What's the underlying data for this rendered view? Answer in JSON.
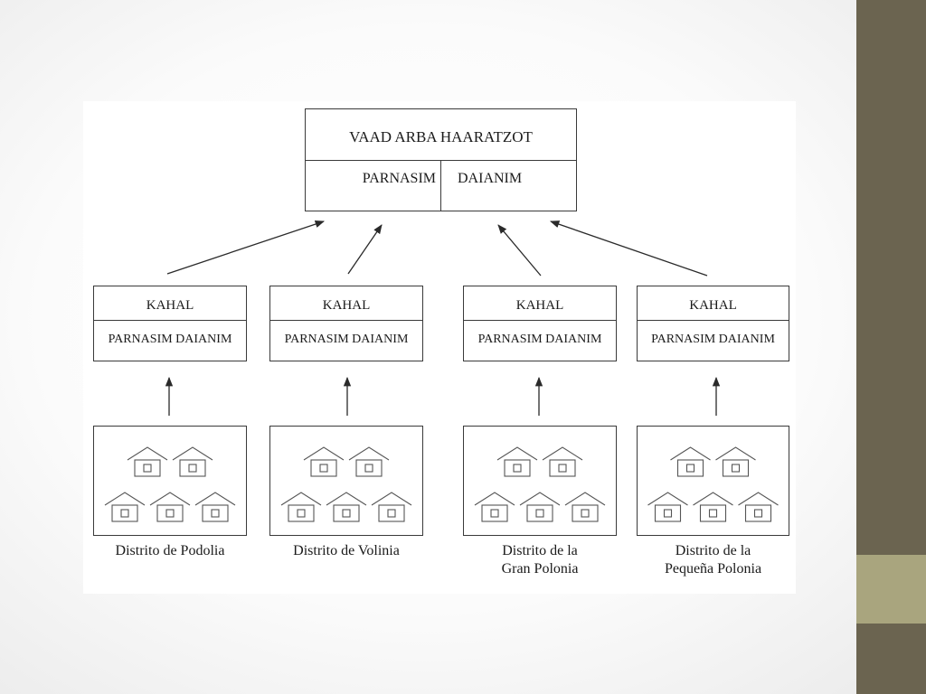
{
  "top_box": {
    "title": "VAAD ARBA HAARATZOT",
    "left": "PARNASIM",
    "right": "DAIANIM"
  },
  "kahals": [
    {
      "title": "KAHAL",
      "subtitle": "PARNASIM DAIANIM"
    },
    {
      "title": "KAHAL",
      "subtitle": "PARNASIM DAIANIM"
    },
    {
      "title": "KAHAL",
      "subtitle": "PARNASIM DAIANIM"
    },
    {
      "title": "KAHAL",
      "subtitle": "PARNASIM DAIANIM"
    }
  ],
  "districts": [
    {
      "line1": "Distrito de Podolia",
      "line2": ""
    },
    {
      "line1": "Distrito de Volinia",
      "line2": ""
    },
    {
      "line1": "Distrito de la",
      "line2": "Gran Polonia"
    },
    {
      "line1": "Distrito de la",
      "line2": "Pequeña Polonia"
    }
  ],
  "icons": {
    "house": "house-icon",
    "arrow": "arrow-up-icon"
  },
  "colors": {
    "side_dark": "#6b6450",
    "side_light": "#a9a57e",
    "line": "#3a3a3a",
    "house": "#555555"
  }
}
